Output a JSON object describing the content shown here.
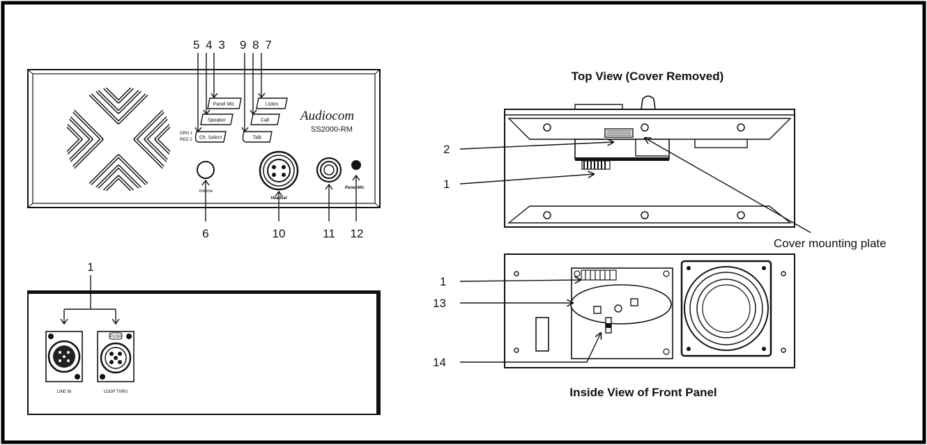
{
  "front_panel": {
    "brand": "Audiocom",
    "model": "SS2000-RM",
    "buttons": {
      "panel_mic": "Panel Mic",
      "speaker": "Speaker",
      "ch_select": "Ch. Select",
      "listen": "Listen",
      "call": "Call",
      "talk": "Talk"
    },
    "channel_legend": {
      "grn": "GRN 1",
      "red": "RED 2"
    },
    "volume_label": "Volume",
    "headset_label": "Headset",
    "panel_mic_jack_label": "Panel Mic",
    "top_callouts": {
      "left_group": "5 4 3",
      "right_group": "9 8 7"
    },
    "bottom_callouts": {
      "volume": "6",
      "headset": "10",
      "panel_mic_jack": "11",
      "led": "12"
    }
  },
  "rear_panel": {
    "callout": "1",
    "line_in": "LINE IN",
    "loop_thru": "LOOP THRU",
    "push": "PUSH"
  },
  "top_view": {
    "title": "Top View (Cover Removed)",
    "callouts": {
      "two": "2",
      "one": "1"
    },
    "cover_label": "Cover mounting plate"
  },
  "inside_view": {
    "title": "Inside View of Front Panel",
    "callouts": {
      "one": "1",
      "thirteen": "13",
      "fourteen": "14"
    }
  }
}
